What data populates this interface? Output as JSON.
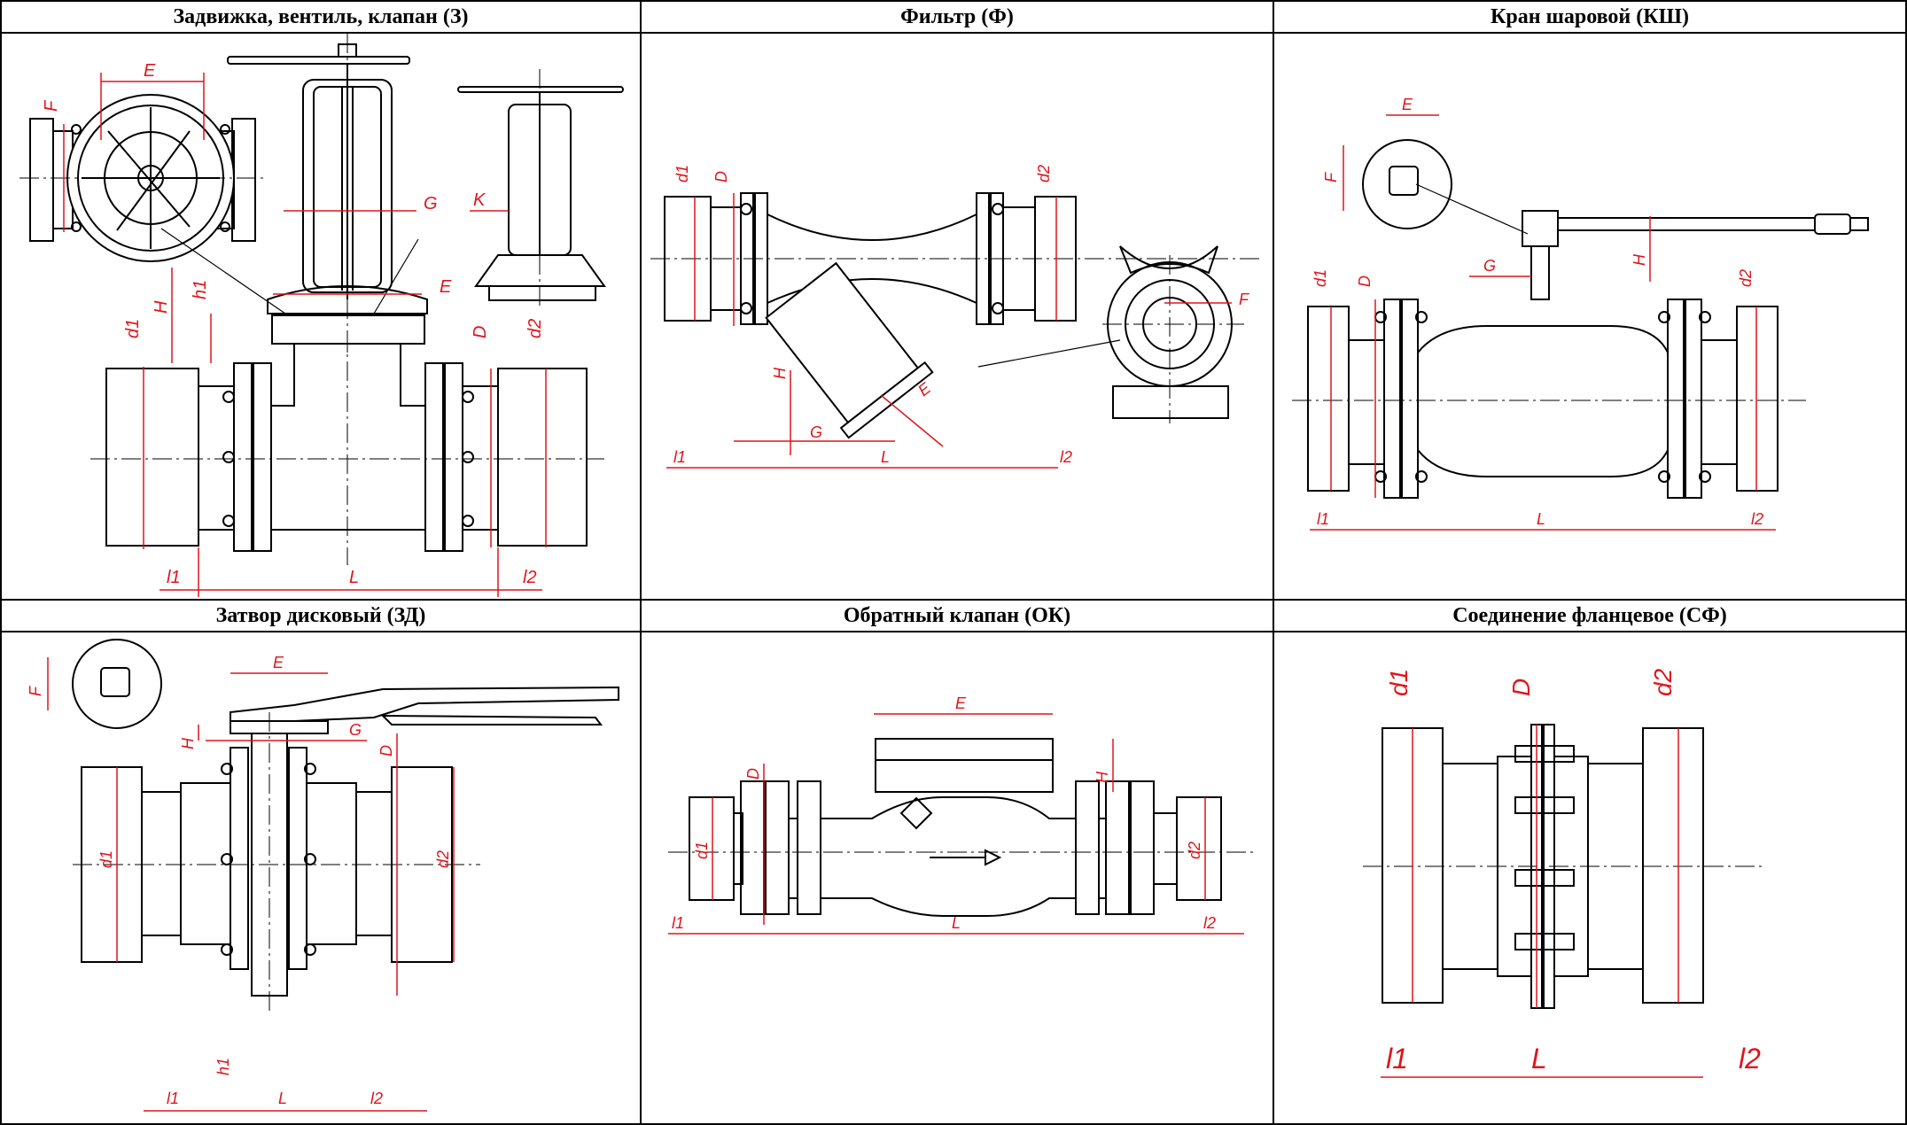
{
  "panels": [
    {
      "title": "Задвижка, вентиль, клапан (З)",
      "labels": {
        "E": "E",
        "F": "F",
        "G": "G",
        "K": "K",
        "H": "H",
        "h1": "h1",
        "E2": "E",
        "d1": "d1",
        "D": "D",
        "d2": "d2",
        "l1": "l1",
        "L": "L",
        "l2": "l2"
      }
    },
    {
      "title": "Фильтр (Ф)",
      "labels": {
        "d1": "d1",
        "D": "D",
        "d2": "d2",
        "F": "F",
        "H": "H",
        "E": "E",
        "G": "G",
        "l1": "l1",
        "L": "L",
        "l2": "l2"
      }
    },
    {
      "title": "Кран шаровой (КШ)",
      "labels": {
        "E": "E",
        "F": "F",
        "G": "G",
        "H": "H",
        "d1": "d1",
        "D": "D",
        "d2": "d2",
        "l1": "l1",
        "L": "L",
        "l2": "l2"
      }
    },
    {
      "title": "Затвор дисковый (ЗД)",
      "labels": {
        "F": "F",
        "E": "E",
        "H": "H",
        "G": "G",
        "D": "D",
        "d1": "d1",
        "d2": "d2",
        "l1": "l1",
        "h1": "h1",
        "L": "L",
        "l2": "l2"
      }
    },
    {
      "title": "Обратный клапан (ОК)",
      "labels": {
        "E": "E",
        "D": "D",
        "H": "H",
        "d1": "d1",
        "d2": "d2",
        "l1": "l1",
        "L": "L",
        "l2": "l2"
      }
    },
    {
      "title": "Соединение фланцевое (СФ)",
      "labels": {
        "d1": "d1",
        "D": "D",
        "d2": "d2",
        "l1": "l1",
        "L": "L",
        "l2": "l2"
      }
    }
  ],
  "colors": {
    "dimension": "#e0141b",
    "line": "#000000"
  }
}
